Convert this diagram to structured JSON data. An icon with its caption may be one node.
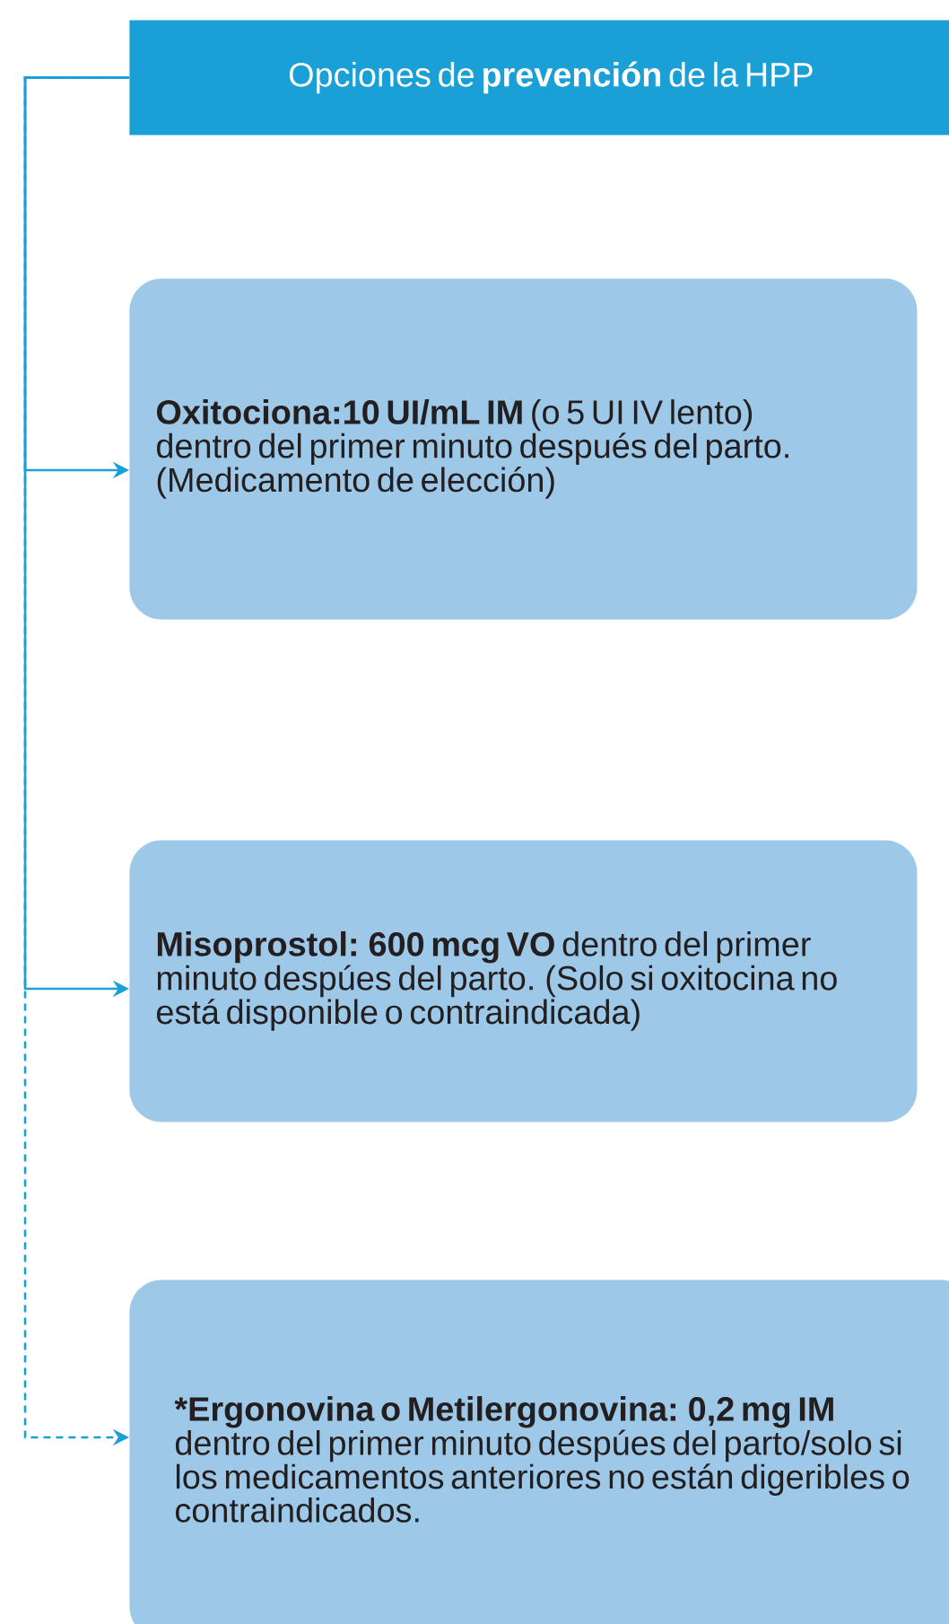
{
  "diagram": {
    "nodes": [
      {
        "text": [
          "Opciones de **prevención** de la HPP"
        ]
      },
      {
        "text": [
          "**Oxitociona:10 UI/mL IM** (o 5 UI IV lento) dentro del primer minuto después del parto. (Medicamento de elección)"
        ]
      },
      {
        "text": [
          "**Misoprostol: 600 mcg VO** dentro del primer minuto despúes del parto. (Solo si oxitocina no está disponible o contraindicada)"
        ]
      },
      {
        "text": [
          "***Ergonovina o Metilergonovina: 0,2 mg IM** dentro del primer minuto despúes del parto/solo si los medicamentos anteriores no están digeribles o contraindicados."
        ]
      }
    ],
    "edges": [
      {
        "from": 0,
        "to": 1,
        "arrow": "to"
      },
      {
        "from": 0,
        "to": 2,
        "arrow": "to"
      },
      {
        "from": 0,
        "to": 3,
        "arrow": "to",
        "style": "dashed"
      }
    ]
  }
}
